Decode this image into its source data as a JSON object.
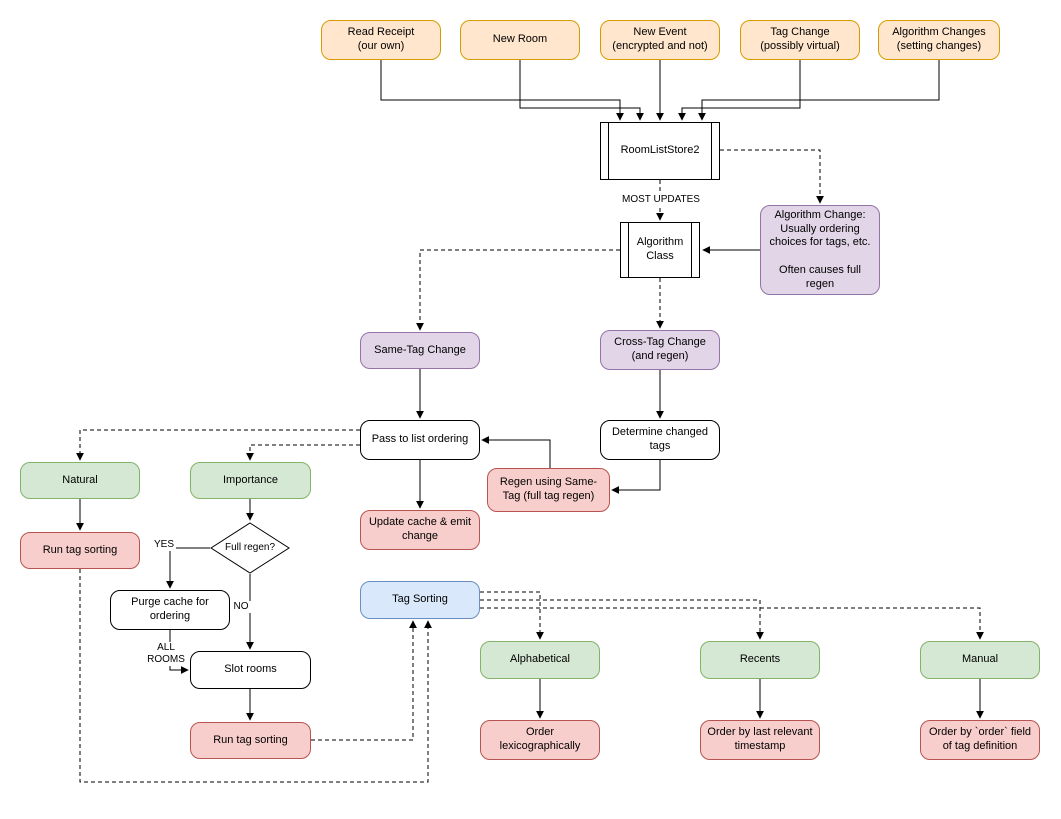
{
  "diagram": {
    "nodes": {
      "read_receipt": "Read Receipt\n(our own)",
      "new_room": "New Room",
      "new_event": "New Event\n(encrypted and not)",
      "tag_change": "Tag Change\n(possibly virtual)",
      "algorithm_changes": "Algorithm Changes\n(setting changes)",
      "room_list_store": "RoomListStore2",
      "algorithm_class": "Algorithm\nClass",
      "algorithm_change_note": "Algorithm Change:\nUsually ordering\nchoices for tags, etc.\n\nOften causes full\nregen",
      "same_tag_change": "Same-Tag Change",
      "cross_tag_change": "Cross-Tag Change\n(and regen)",
      "pass_to_list_ordering": "Pass to list ordering",
      "determine_changed_tags": "Determine changed\ntags",
      "regen_same_tag": "Regen using Same-\nTag (full tag regen)",
      "update_cache": "Update cache & emit\nchange",
      "natural": "Natural",
      "importance": "Importance",
      "run_tag_sorting_left": "Run tag sorting",
      "full_regen": "Full regen?",
      "purge_cache": "Purge cache for\nordering",
      "slot_rooms": "Slot rooms",
      "run_tag_sorting_mid": "Run tag sorting",
      "tag_sorting": "Tag Sorting",
      "alphabetical": "Alphabetical",
      "recents": "Recents",
      "manual": "Manual",
      "order_lexicographically": "Order\nlexicographically",
      "order_by_timestamp": "Order by last relevant\ntimestamp",
      "order_by_field": "Order by `order` field\nof tag definition"
    },
    "edge_labels": {
      "most_updates": "MOST UPDATES",
      "yes": "YES",
      "no": "NO",
      "all_rooms": "ALL\nROOMS"
    },
    "colors": {
      "orange_fill": "#ffe6cc",
      "orange_stroke": "#d79b00",
      "purple_fill": "#e1d5e7",
      "purple_stroke": "#9673a6",
      "green_fill": "#d5e8d4",
      "green_stroke": "#82b366",
      "red_fill": "#f8cecc",
      "red_stroke": "#b85450",
      "blue_fill": "#dae8fc",
      "blue_stroke": "#6c8ebf",
      "line_stroke": "#000000"
    }
  }
}
